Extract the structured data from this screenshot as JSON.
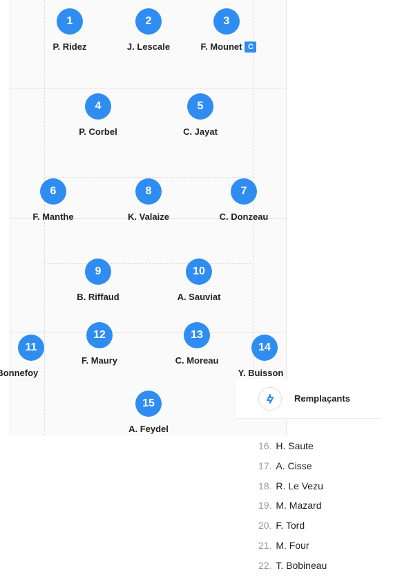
{
  "starters": [
    {
      "number": "1",
      "name": "P. Ridez",
      "captain": false
    },
    {
      "number": "2",
      "name": "J. Lescale",
      "captain": false
    },
    {
      "number": "3",
      "name": "F. Mounet",
      "captain": true
    },
    {
      "number": "4",
      "name": "P. Corbel",
      "captain": false
    },
    {
      "number": "5",
      "name": "C. Jayat",
      "captain": false
    },
    {
      "number": "6",
      "name": "F. Manthe",
      "captain": false
    },
    {
      "number": "8",
      "name": "K. Valaize",
      "captain": false
    },
    {
      "number": "7",
      "name": "C. Donzeau",
      "captain": false
    },
    {
      "number": "9",
      "name": "B. Riffaud",
      "captain": false
    },
    {
      "number": "10",
      "name": "A. Sauviat",
      "captain": false
    },
    {
      "number": "11",
      "name": "R. Bonnefoy",
      "captain": false
    },
    {
      "number": "12",
      "name": "F. Maury",
      "captain": false
    },
    {
      "number": "13",
      "name": "C. Moreau",
      "captain": false
    },
    {
      "number": "14",
      "name": "Y. Buisson",
      "captain": false
    },
    {
      "number": "15",
      "name": "A. Feydel",
      "captain": false
    }
  ],
  "captain_badge": "C",
  "substitutes": {
    "title": "Remplaçants",
    "icon": "swap-arrows-icon",
    "accent": "#2f8df2",
    "players": [
      {
        "number": "16.",
        "name": "H. Saute"
      },
      {
        "number": "17.",
        "name": "A. Cisse"
      },
      {
        "number": "18.",
        "name": "R. Le Vezu"
      },
      {
        "number": "19.",
        "name": "M. Mazard"
      },
      {
        "number": "20.",
        "name": "F. Tord"
      },
      {
        "number": "21.",
        "name": "M. Four"
      },
      {
        "number": "22.",
        "name": "T. Bobineau"
      }
    ]
  }
}
